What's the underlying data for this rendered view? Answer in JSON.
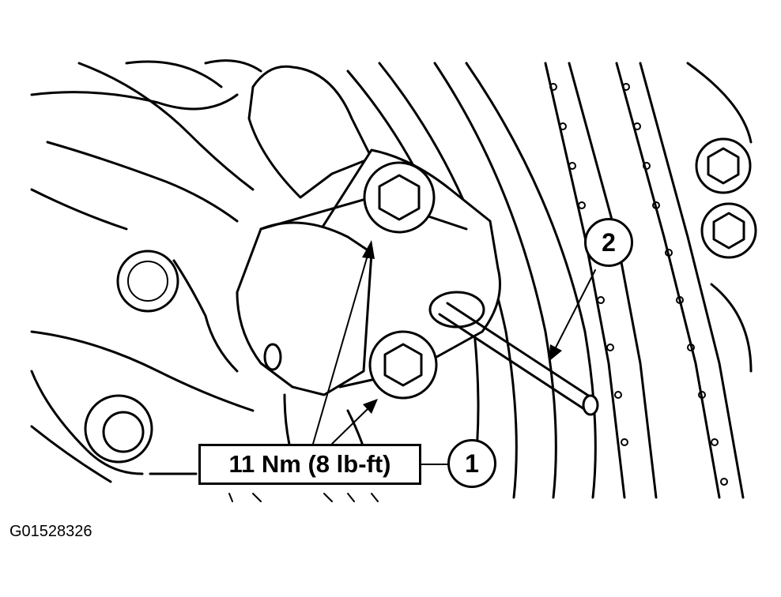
{
  "figure": {
    "id": "G01528326"
  },
  "callouts": [
    {
      "number": "1",
      "label": "11 Nm (8 lb-ft)"
    },
    {
      "number": "2"
    }
  ]
}
